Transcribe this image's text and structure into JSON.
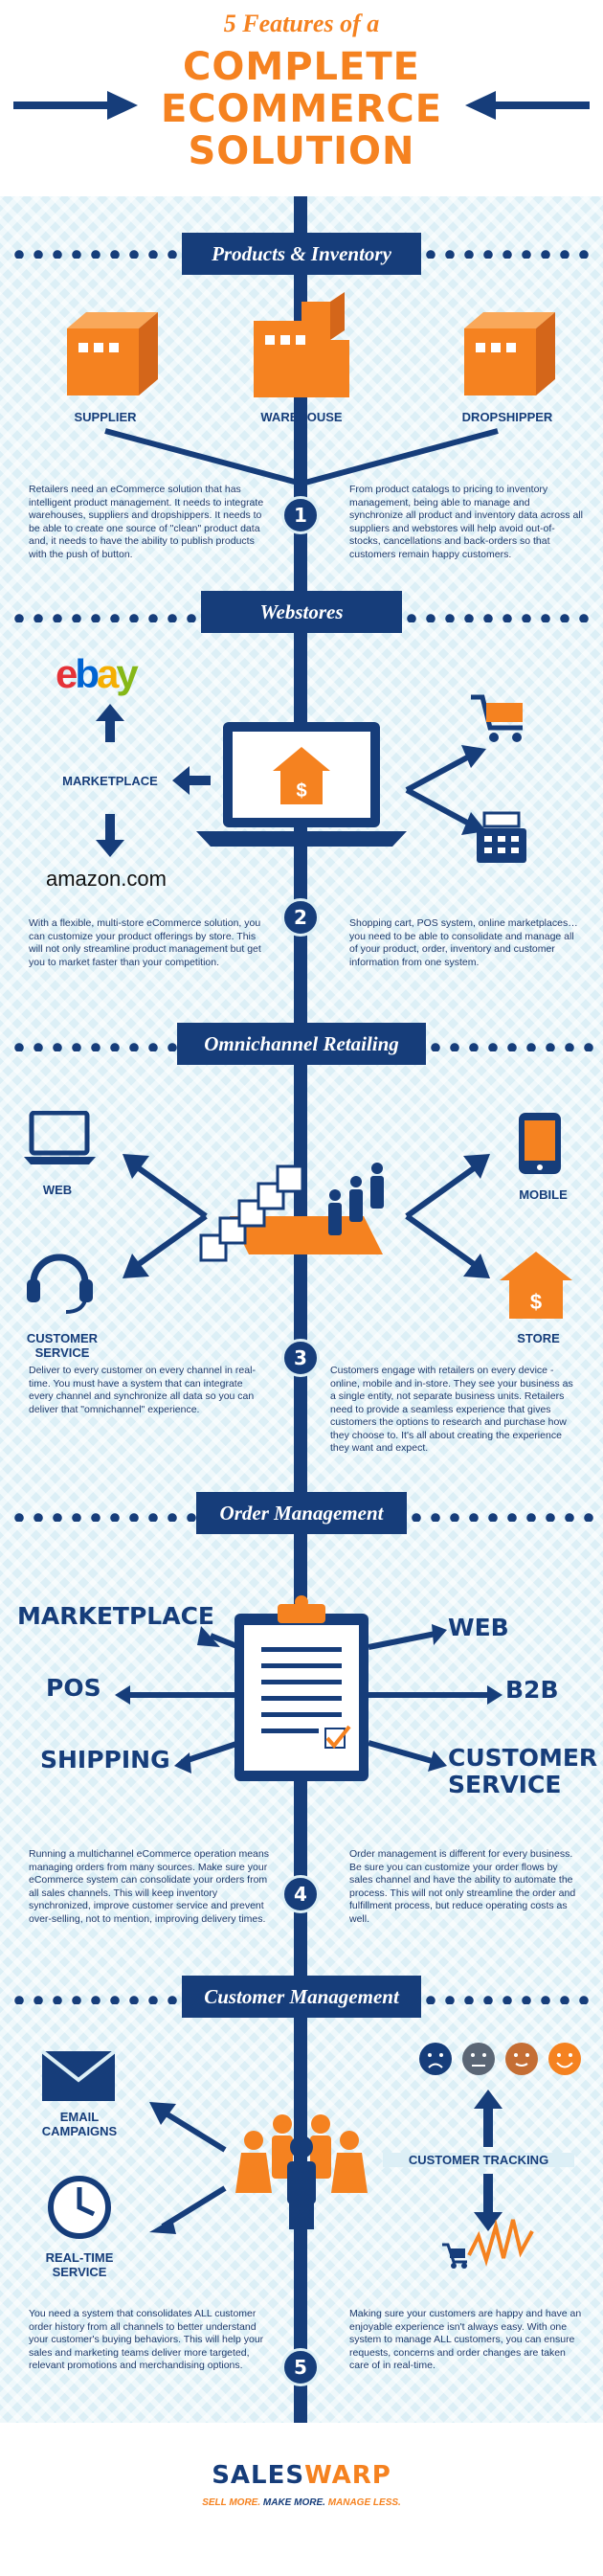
{
  "header": {
    "subtitle": "5 Features of a",
    "title_line1": "COMPLETE",
    "title_line2": "ECOMMERCE",
    "title_line3": "SOLUTION"
  },
  "sections": [
    {
      "title": "Products & Inventory",
      "number": "1",
      "labels": [
        "SUPPLIER",
        "WAREHOUSE",
        "DROPSHIPPER"
      ],
      "left_text": "Retailers need an eCommerce solution that has intelligent product management. It needs to integrate warehouses, suppliers and dropshippers. It needs to be able to create one source of \"clean\" product data and, it needs to have the ability to publish products with the push of button.",
      "right_text": "From product catalogs to pricing to inventory management, being able to manage and synchronize all product and inventory data across all suppliers and webstores will help avoid out-of-stocks, cancellations and back-orders so that customers remain happy customers."
    },
    {
      "title": "Webstores",
      "number": "2",
      "logo_ebay": [
        "e",
        "b",
        "a",
        "y"
      ],
      "marketplace_label": "MARKETPLACE",
      "logo_amazon": "amazon.com",
      "left_text": "With a flexible, multi-store eCommerce solution, you can customize your product offerings by store. This will not only streamline product management but get you to market faster than your competition.",
      "right_text": "Shopping cart, POS system, online marketplaces…you need to be able to consolidate and manage all of your product, order, inventory and customer information from one system."
    },
    {
      "title": "Omnichannel Retailing",
      "number": "3",
      "labels": [
        "WEB",
        "MOBILE",
        "CUSTOMER SERVICE",
        "STORE"
      ],
      "left_text": "Deliver to every customer on every channel in real-time. You must have a system that can integrate every channel and synchronize all data so you can deliver that \"omnichannel\" experience.",
      "right_text": "Customers engage with retailers on every device - online, mobile and in-store. They see your business as a single entity, not separate business units. Retailers need to provide a seamless experience that gives customers the options to research and purchase how they choose to. It's all about creating the experience they want and expect."
    },
    {
      "title": "Order Management",
      "number": "4",
      "labels": [
        "MARKETPLACE",
        "POS",
        "SHIPPING",
        "WEB",
        "B2B",
        "CUSTOMER",
        "SERVICE"
      ],
      "left_text": "Running a multichannel eCommerce operation means managing orders from many sources. Make sure your eCommerce system can consolidate your orders from all sales channels. This will keep inventory synchronized, improve customer service and prevent over-selling, not to mention, improving delivery times.",
      "right_text": "Order management is different for every business. Be sure you can customize your order flows by sales channel and have the ability to automate the process. This will not only streamline the order and fulfillment process, but reduce operating costs as well."
    },
    {
      "title": "Customer Management",
      "number": "5",
      "labels": [
        "EMAIL CAMPAIGNS",
        "CUSTOMER TRACKING",
        "REAL-TIME SERVICE"
      ],
      "left_text": "You need a system that consolidates ALL customer order history from all channels to better understand your customer's buying behaviors. This will help your sales and marketing teams deliver more targeted, relevant promotions and merchandising options.",
      "right_text": "Making sure your customers are happy and have an enjoyable experience isn't always easy. With one system to manage ALL customers, you can ensure requests, concerns and order changes are taken care of in real-time."
    }
  ],
  "footer": {
    "logo_part1": "SALES",
    "logo_part2": "WARP",
    "tagline1": "SELL MORE.",
    "tagline2": "MAKE MORE.",
    "tagline3": "MANAGE LESS."
  },
  "colors": {
    "navy": "#163d7a",
    "orange": "#f58220",
    "light_blue": "#dceff6"
  }
}
